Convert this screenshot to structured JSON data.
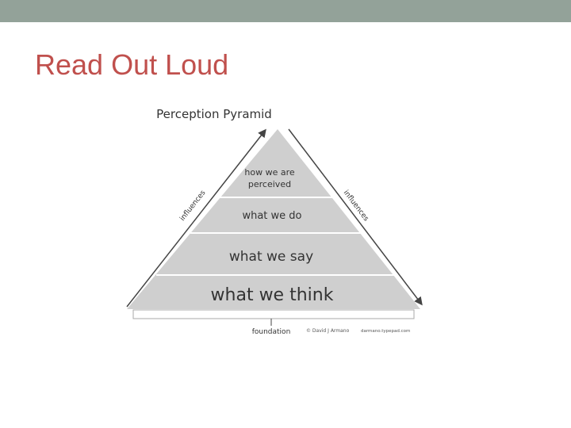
{
  "slide": {
    "title": "Read Out Loud"
  },
  "diagram": {
    "title": "Perception Pyramid",
    "levels": [
      {
        "lines": [
          "how we are",
          "perceived"
        ]
      },
      {
        "lines": [
          "what we do"
        ]
      },
      {
        "lines": [
          "what we say"
        ]
      },
      {
        "lines": [
          "what we think"
        ]
      }
    ],
    "arrow_left_label": "influences",
    "arrow_right_label": "influences",
    "base_label": "foundation",
    "copyright": "© David J Armano",
    "site": "darmano.typepad.com"
  },
  "colors": {
    "topbar": "#93a299",
    "title": "#c0504d",
    "pyramid_fill": "#cfcfcf",
    "pyramid_lines": "#ffffff",
    "text": "#333333"
  }
}
